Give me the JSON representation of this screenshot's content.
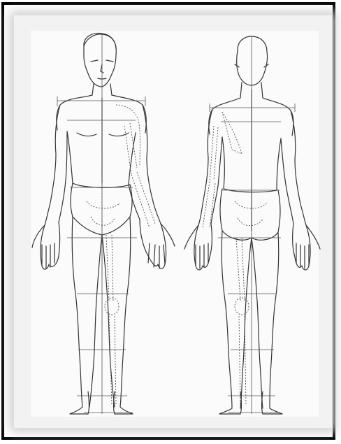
{
  "image": {
    "subject": "anatomical-proportion-figures",
    "colors": {
      "frame": "#000000",
      "ink": "#333333",
      "paper": "#fbfbfb",
      "shadow": "#cfcfcf"
    },
    "figures": [
      "front-view-figure",
      "back-view-figure"
    ]
  }
}
